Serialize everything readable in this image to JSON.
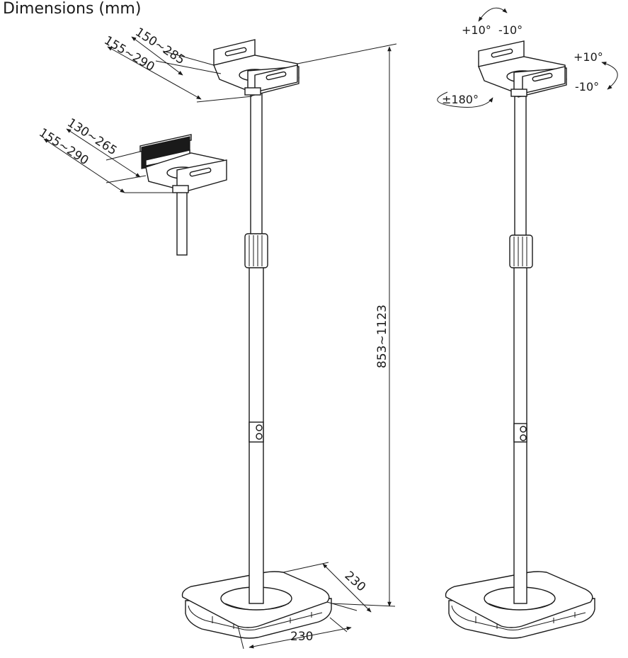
{
  "title": "Dimensions (mm)",
  "dimensions": {
    "bracket_large_inner": "150~285",
    "bracket_large_outer": "155~290",
    "bracket_small_inner": "130~265",
    "bracket_small_outer": "155~290",
    "height": "853~1123",
    "base_depth": "230",
    "base_width": "230"
  },
  "angles": {
    "tilt_up": "+10°",
    "tilt_down": "-10°",
    "swivel_up": "+10°",
    "swivel_down": "-10°",
    "rotate": "±180°"
  }
}
